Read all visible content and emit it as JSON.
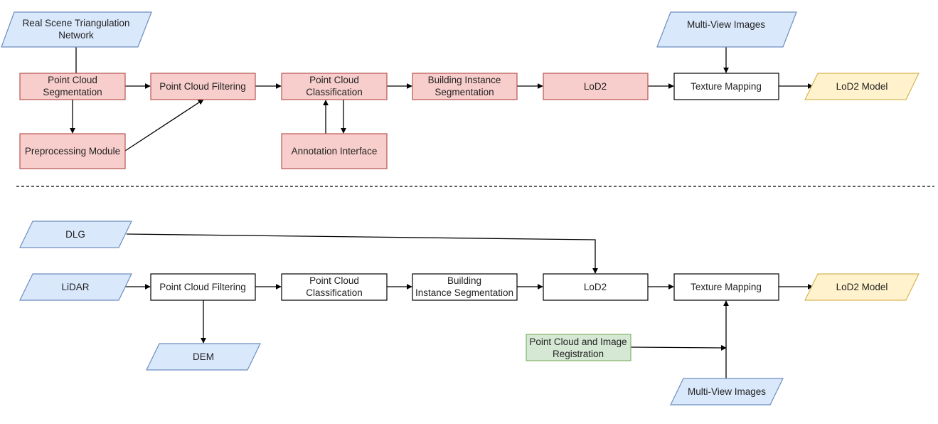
{
  "colors": {
    "process_red_fill": "#f8cecc",
    "process_red_stroke": "#b85450",
    "io_blue_fill": "#dae8fc",
    "io_blue_stroke": "#6c8ebf",
    "output_yellow_fill": "#fff2cc",
    "output_yellow_stroke": "#d6b656",
    "green_fill": "#d5e8d4",
    "green_stroke": "#82b366",
    "plain_fill": "#ffffff",
    "plain_stroke": "#000000"
  },
  "top_pipeline": {
    "real_scene_network": [
      "Real Scene Triangulation",
      "Network"
    ],
    "point_cloud_segmentation": [
      "Point Cloud",
      "Segmentation"
    ],
    "preprocessing_module": [
      "Preprocessing Module"
    ],
    "point_cloud_filtering": [
      "Point Cloud Filtering"
    ],
    "point_cloud_classification": [
      "Point Cloud",
      "Classification"
    ],
    "annotation_interface": [
      "Annotation Interface"
    ],
    "building_instance_segmentation": [
      "Building Instance",
      "Segmentation"
    ],
    "lod2": [
      "LoD2"
    ],
    "multi_view_images": [
      "Multi-View Images"
    ],
    "texture_mapping": [
      "Texture Mapping"
    ],
    "lod2_model": [
      "LoD2 Model"
    ]
  },
  "bottom_pipeline": {
    "dlg": [
      "DLG"
    ],
    "lidar": [
      "LiDAR"
    ],
    "point_cloud_filtering": [
      "Point Cloud Filtering"
    ],
    "dem": [
      "DEM"
    ],
    "point_cloud_classification": [
      "Point Cloud",
      "Classification"
    ],
    "building_instance_segmentation": [
      "Building",
      "Instance Segmentation"
    ],
    "lod2": [
      "LoD2"
    ],
    "texture_mapping": [
      "Texture Mapping"
    ],
    "lod2_model": [
      "LoD2 Model"
    ],
    "registration": [
      "Point Cloud and Image",
      "Registration"
    ],
    "multi_view_images": [
      "Multi-View Images"
    ]
  }
}
